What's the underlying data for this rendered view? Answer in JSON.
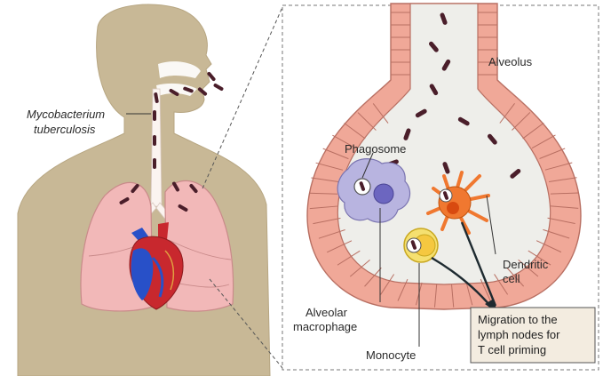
{
  "labels": {
    "pathogen_line1": "Mycobacterium",
    "pathogen_line2": "tuberculosis",
    "alveolus": "Alveolus",
    "phagosome": "Phagosome",
    "dendritic_line1": "Dendritic",
    "dendritic_line2": "cell",
    "macrophage_line1": "Alveolar",
    "macrophage_line2": "macrophage",
    "monocyte": "Monocyte",
    "migration_line1": "Migration to the",
    "migration_line2": "lymph nodes for",
    "migration_line3": "T cell priming"
  },
  "colors": {
    "body": "#c8b896",
    "lung": "#f2b8b8",
    "lung_outline": "#c98a8a",
    "epithelium": "#f0a898",
    "epithelium_outline": "#b86f62",
    "alveolar_space": "#eeeeea",
    "bacterium": "#4a1e2a",
    "macrophage": "#b8b4e0",
    "dendritic": "#f07830",
    "monocyte": "#f5e070",
    "heart_red": "#c8282e",
    "heart_blue": "#2850c8",
    "callout_box": "#f3ece0"
  },
  "icons": {
    "human_torso": "human-torso-icon",
    "lungs": "lungs-icon",
    "heart": "heart-icon",
    "bacterium": "bacterium-icon",
    "macrophage": "macrophage-cell-icon",
    "dendritic_cell": "dendritic-cell-icon",
    "monocyte": "monocyte-cell-icon"
  }
}
